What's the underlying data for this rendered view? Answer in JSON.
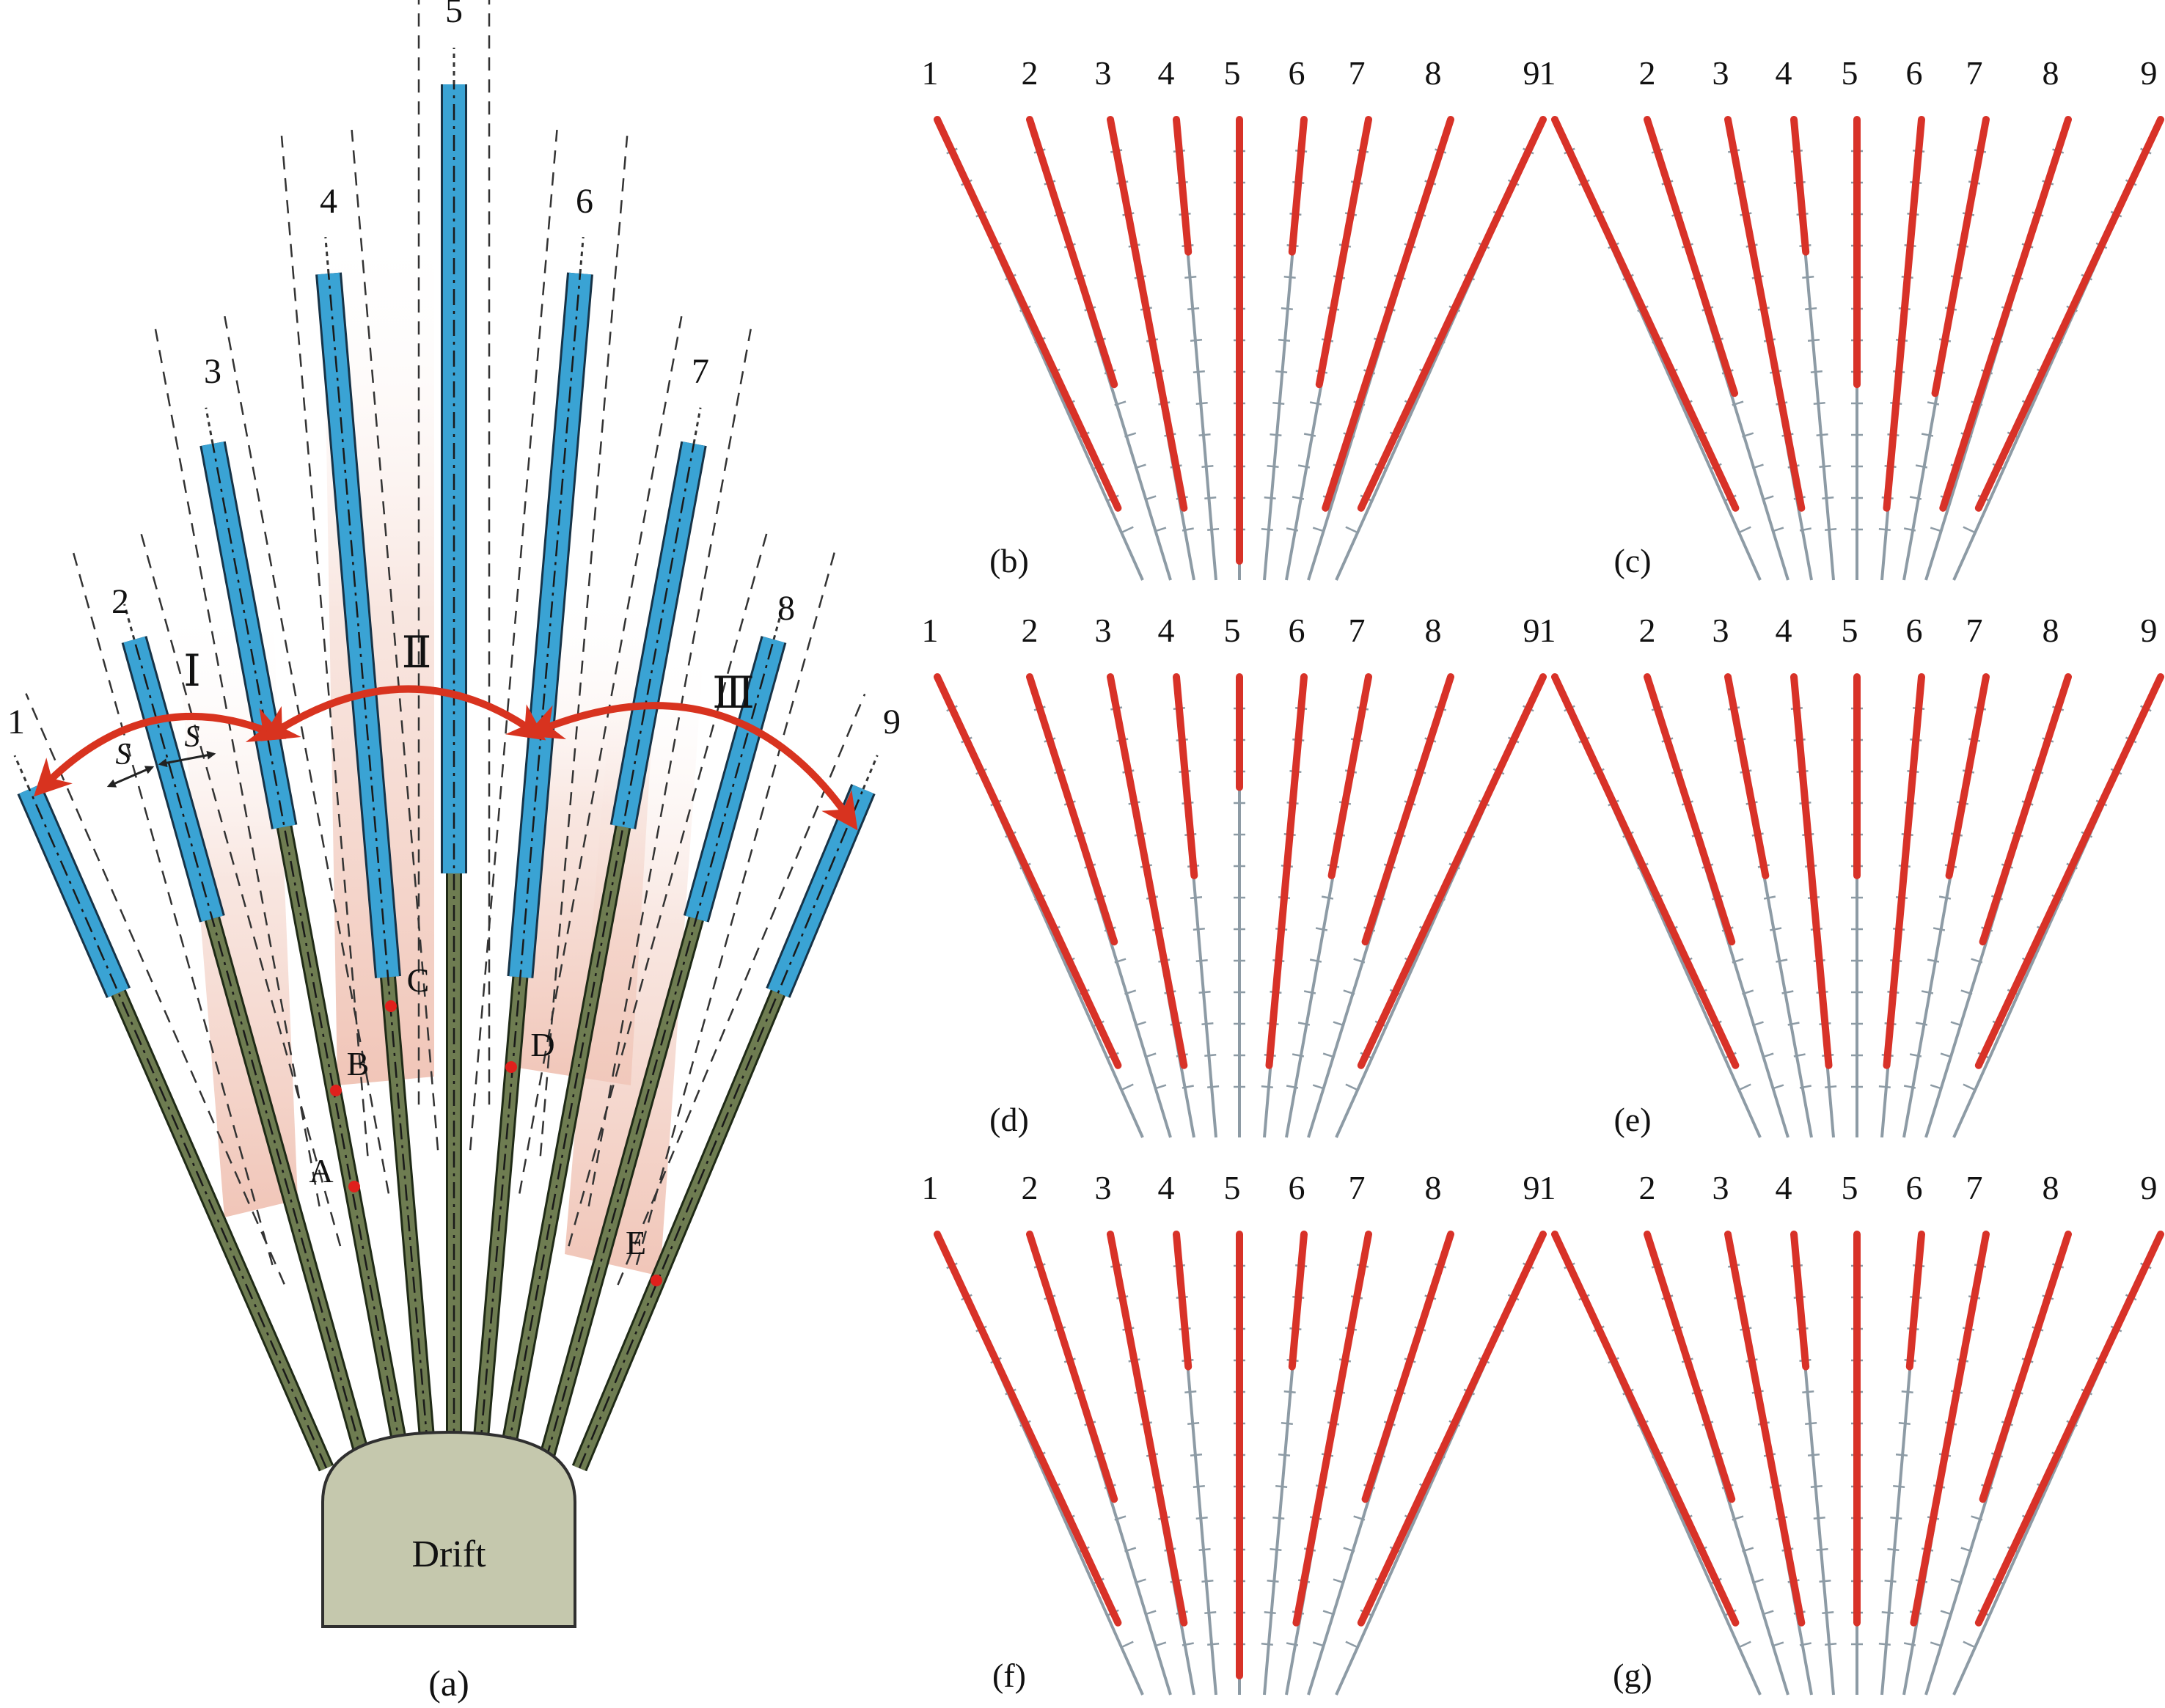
{
  "figure": {
    "panel_a": {
      "caption": "(a)",
      "holes": [
        {
          "label": "1"
        },
        {
          "label": "2"
        },
        {
          "label": "3"
        },
        {
          "label": "4"
        },
        {
          "label": "5"
        },
        {
          "label": "6"
        },
        {
          "label": "7"
        },
        {
          "label": "8"
        },
        {
          "label": "9"
        }
      ],
      "drift_label": "Drift",
      "zones": [
        {
          "label": "Ⅰ"
        },
        {
          "label": "Ⅱ"
        },
        {
          "label": "Ⅲ"
        }
      ],
      "spacing_label": "S",
      "points": [
        {
          "label": "A"
        },
        {
          "label": "B"
        },
        {
          "label": "C"
        },
        {
          "label": "D"
        },
        {
          "label": "E"
        }
      ],
      "colors": {
        "hole": "#3aa3d4",
        "hole_border": "#173347",
        "stemming": "#6e7c51",
        "arrow": "#d8331f",
        "drift_fill": "#c5c8ad",
        "fracture_zone": "#efbfb0",
        "point": "#e0201c"
      }
    },
    "fans": [
      {
        "caption": "(b)",
        "labels": [
          "1",
          "2",
          "3",
          "4",
          "5",
          "6",
          "7",
          "8",
          "9"
        ],
        "charge_fraction": [
          0.88,
          0.6,
          0.88,
          0.3,
          1.0,
          0.3,
          0.6,
          0.88,
          0.88
        ]
      },
      {
        "caption": "(c)",
        "labels": [
          "1",
          "2",
          "3",
          "4",
          "5",
          "6",
          "7",
          "8",
          "9"
        ],
        "charge_fraction": [
          0.88,
          0.62,
          0.88,
          0.3,
          0.6,
          0.88,
          0.62,
          0.88,
          0.88
        ]
      },
      {
        "caption": "(d)",
        "labels": [
          "1",
          "2",
          "3",
          "4",
          "5",
          "6",
          "7",
          "8",
          "9"
        ],
        "charge_fraction": [
          0.88,
          0.6,
          0.88,
          0.45,
          0.25,
          0.88,
          0.45,
          0.6,
          0.88
        ]
      },
      {
        "caption": "(e)",
        "labels": [
          "1",
          "2",
          "3",
          "4",
          "5",
          "6",
          "7",
          "8",
          "9"
        ],
        "charge_fraction": [
          0.88,
          0.6,
          0.45,
          0.88,
          0.45,
          0.88,
          0.45,
          0.6,
          0.88
        ]
      },
      {
        "caption": "(f)",
        "labels": [
          "1",
          "2",
          "3",
          "4",
          "5",
          "6",
          "7",
          "8",
          "9"
        ],
        "charge_fraction": [
          0.88,
          0.6,
          0.88,
          0.3,
          1.0,
          0.3,
          0.88,
          0.6,
          0.88
        ]
      },
      {
        "caption": "(g)",
        "labels": [
          "1",
          "2",
          "3",
          "4",
          "5",
          "6",
          "7",
          "8",
          "9"
        ],
        "charge_fraction": [
          0.88,
          0.6,
          0.88,
          0.3,
          0.88,
          0.3,
          0.88,
          0.6,
          0.88
        ]
      }
    ],
    "fan_colors": {
      "charge": "#d83228",
      "empty": "#8d9ba5"
    }
  }
}
